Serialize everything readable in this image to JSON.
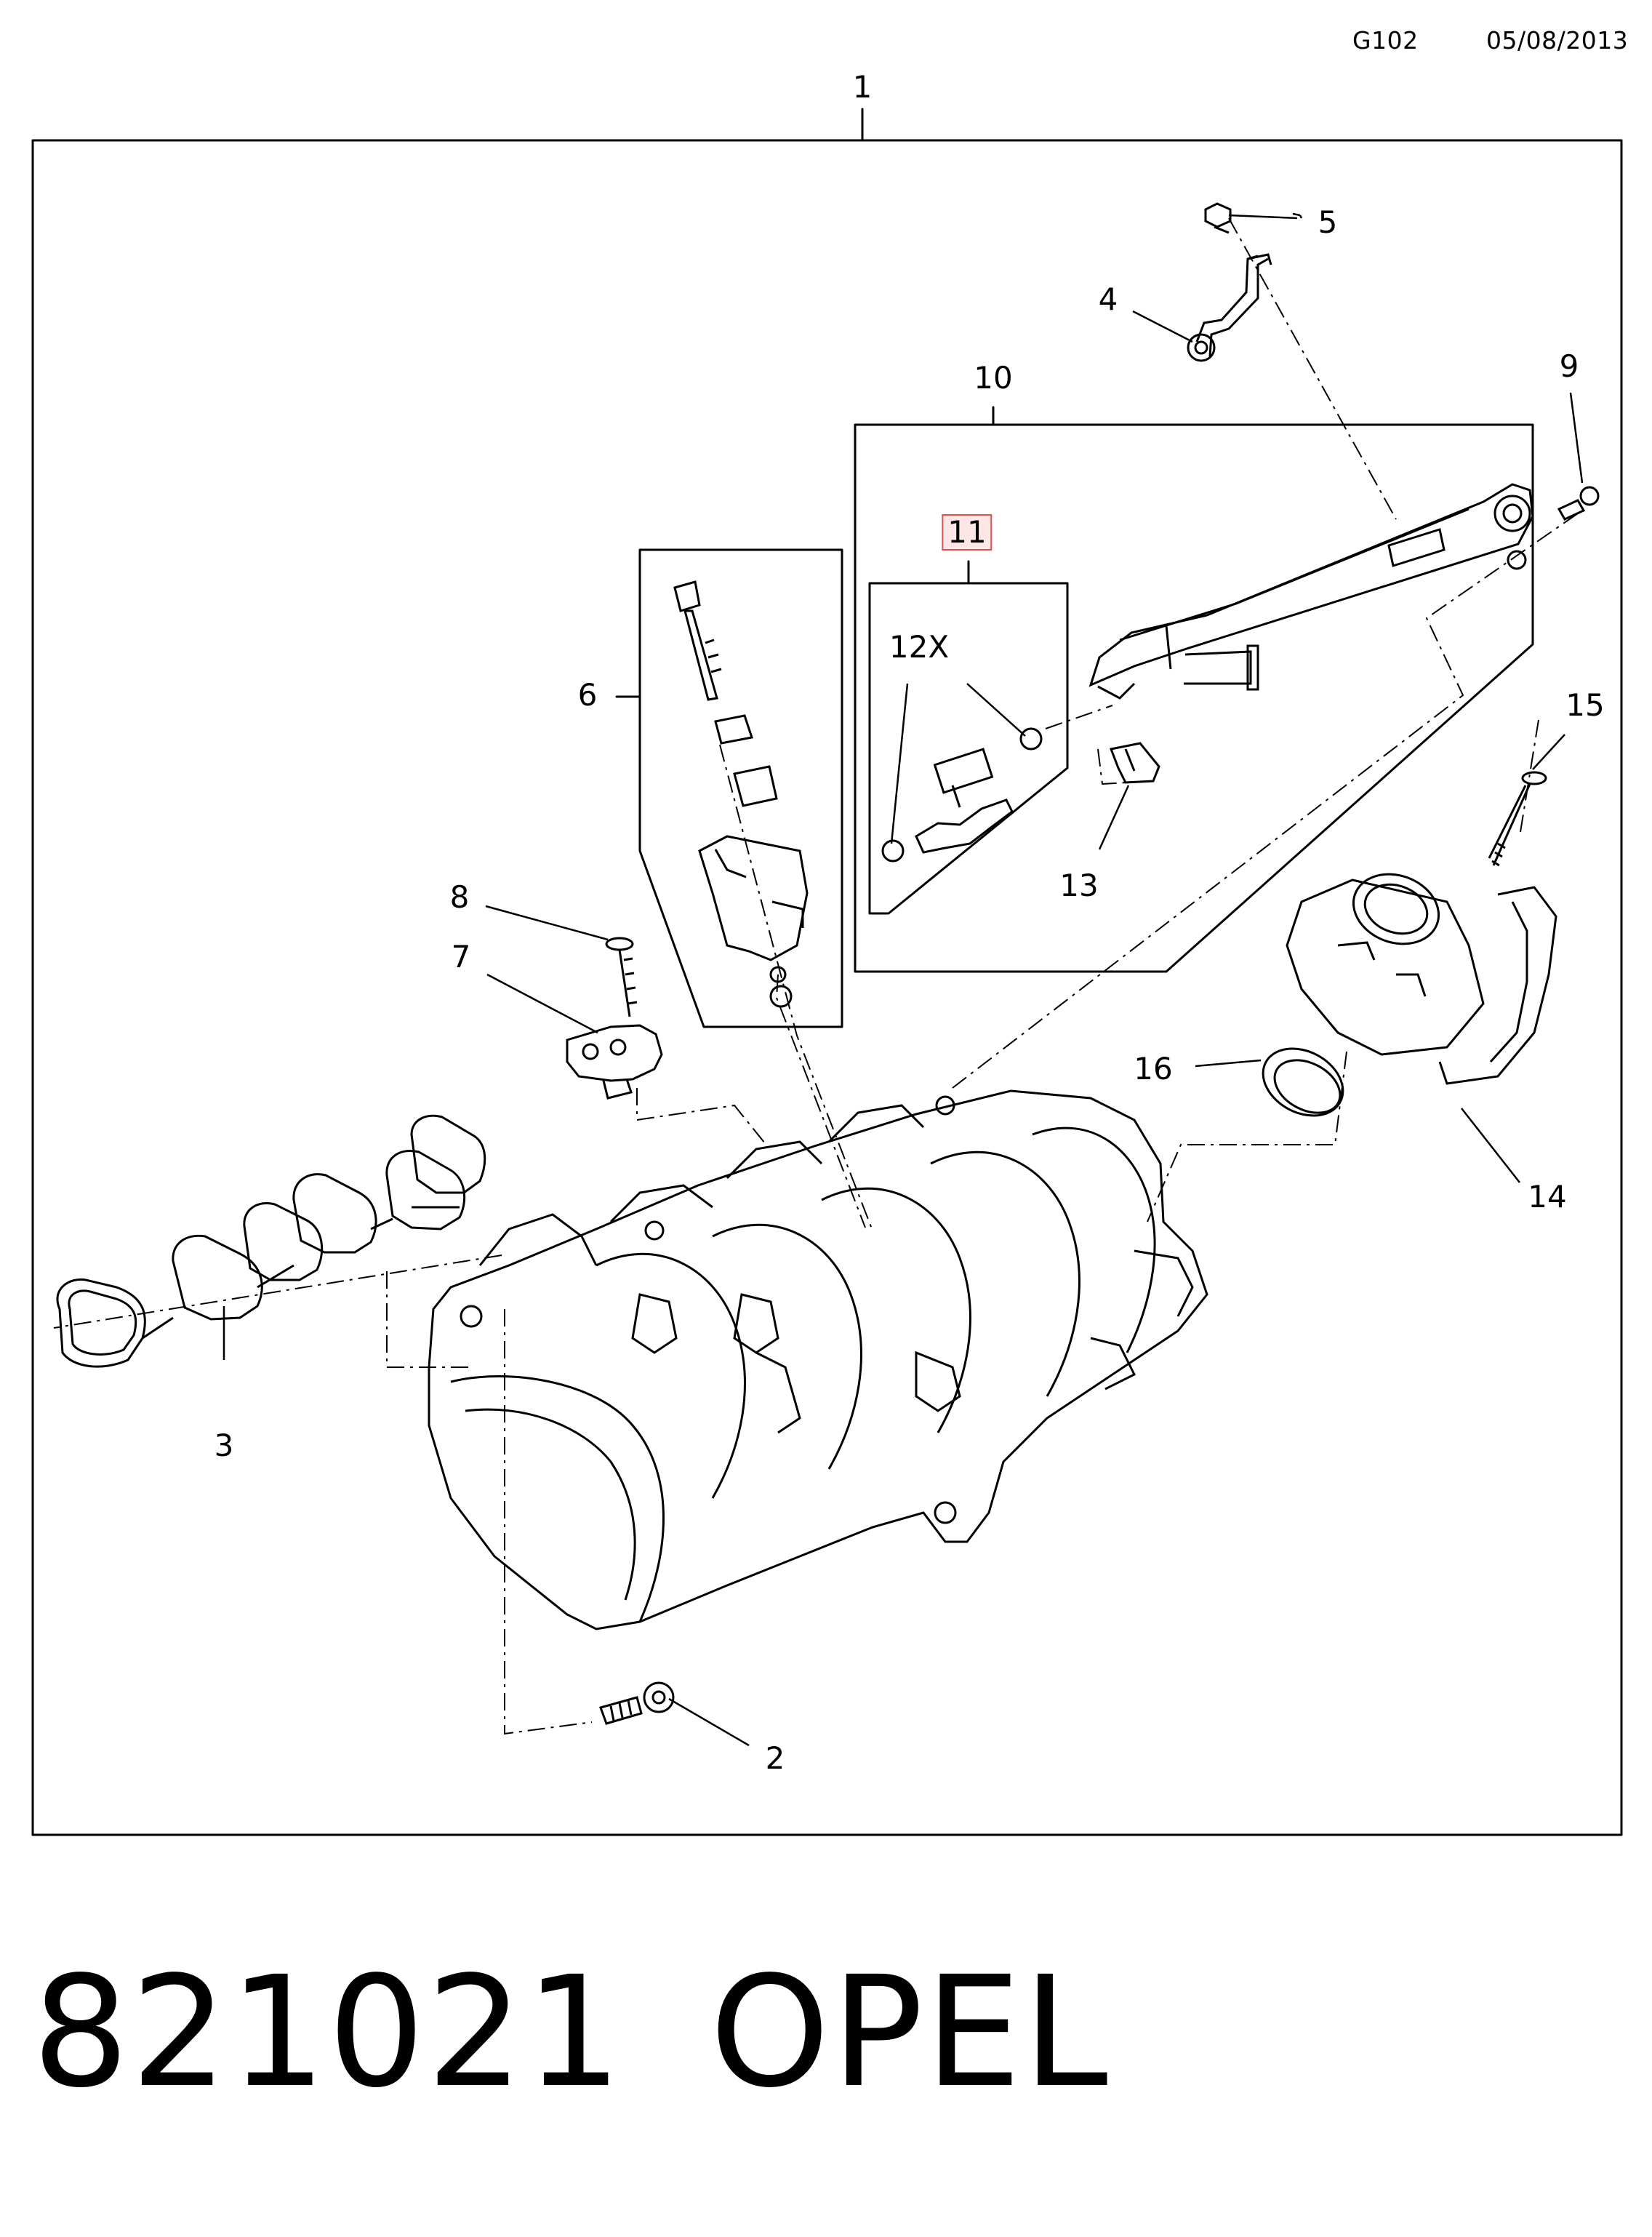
{
  "header": {
    "code": "G102",
    "date": "05/08/2013"
  },
  "callouts": [
    {
      "id": "1",
      "label": "1"
    },
    {
      "id": "2",
      "label": "2"
    },
    {
      "id": "3",
      "label": "3"
    },
    {
      "id": "4",
      "label": "4"
    },
    {
      "id": "5",
      "label": "5"
    },
    {
      "id": "6",
      "label": "6"
    },
    {
      "id": "7",
      "label": "7"
    },
    {
      "id": "8",
      "label": "8"
    },
    {
      "id": "9",
      "label": "9"
    },
    {
      "id": "10",
      "label": "10"
    },
    {
      "id": "11",
      "label": "11",
      "highlighted": true
    },
    {
      "id": "12",
      "label": "12X"
    },
    {
      "id": "13",
      "label": "13"
    },
    {
      "id": "14",
      "label": "14"
    },
    {
      "id": "15",
      "label": "15"
    },
    {
      "id": "16",
      "label": "16"
    }
  ],
  "footer": {
    "part_number": "821021",
    "brand": "OPEL"
  },
  "colors": {
    "line": "#000000",
    "highlight_border": "#e05050",
    "highlight_fill": "#fde6e6",
    "background": "#ffffff"
  }
}
